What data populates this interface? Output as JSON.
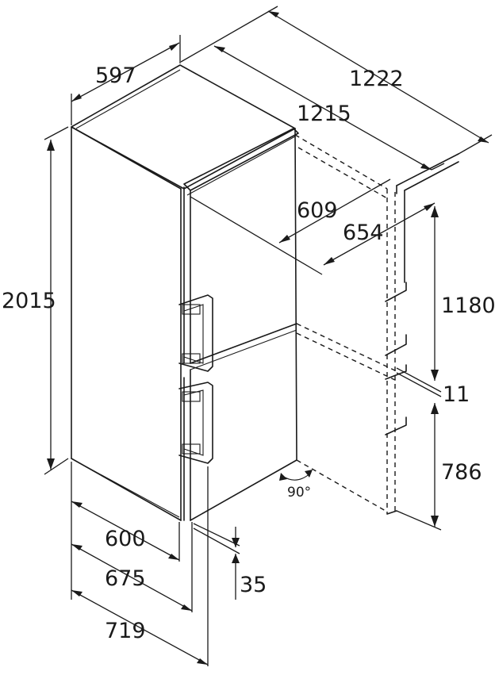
{
  "dimensions": {
    "top_width": "597",
    "overall_depth": "1222",
    "depth_with_handle": "1215",
    "depth_body": "609",
    "depth_open": "654",
    "height_total": "2015",
    "height_upper": "1180",
    "gap": "11",
    "height_lower": "786",
    "width_600": "600",
    "width_675": "675",
    "width_719": "719",
    "plinth": "35",
    "door_angle": "90°"
  },
  "colors": {
    "line": "#1a1a1a",
    "background": "#ffffff"
  }
}
